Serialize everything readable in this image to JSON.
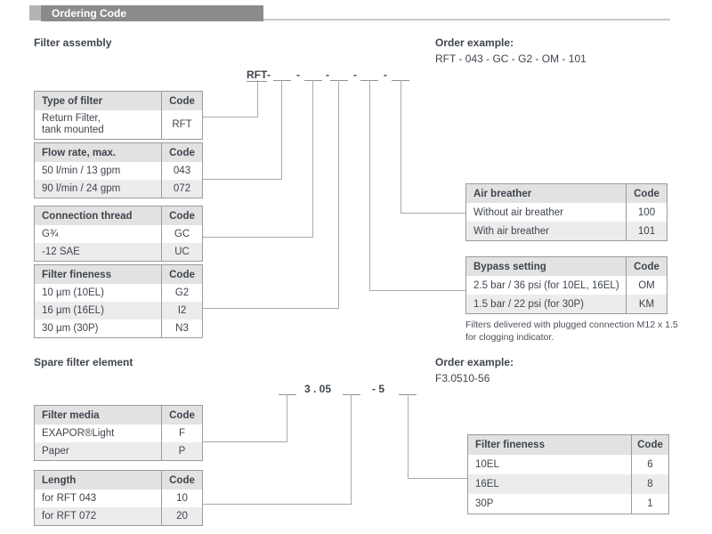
{
  "header": {
    "title": "Ordering Code"
  },
  "filter_assembly": {
    "section_title": "Filter assembly",
    "order_example_label": "Order example:",
    "order_example": "RFT - 043 - GC - G2 - OM - 101",
    "code_template": {
      "prefix": "RFT",
      "separator": "-"
    },
    "note": "Filters delivered with plugged connection M12 x 1.5 for clogging indicator.",
    "tables": [
      {
        "header": "Type of filter",
        "code_header": "Code",
        "rows": [
          {
            "label_line1": "Return Filter,",
            "label_line2": "tank mounted",
            "code": "RFT"
          }
        ]
      },
      {
        "header": "Flow rate, max.",
        "code_header": "Code",
        "rows": [
          {
            "label": "50 l/min / 13 gpm",
            "code": "043"
          },
          {
            "label": "90 l/min / 24 gpm",
            "code": "072"
          }
        ]
      },
      {
        "header": "Connection thread",
        "code_header": "Code",
        "rows": [
          {
            "label": "G¾",
            "code": "GC"
          },
          {
            "label": "-12 SAE",
            "code": "UC"
          }
        ]
      },
      {
        "header": "Filter fineness",
        "code_header": "Code",
        "rows": [
          {
            "label": "10 µm (10EL)",
            "code": "G2"
          },
          {
            "label": "16 µm (16EL)",
            "code": "I2"
          },
          {
            "label": "30 µm (30P)",
            "code": "N3"
          }
        ]
      },
      {
        "header": "Air breather",
        "code_header": "Code",
        "rows": [
          {
            "label": "Without air breather",
            "code": "100"
          },
          {
            "label": "With air breather",
            "code": "101"
          }
        ]
      },
      {
        "header": "Bypass setting",
        "code_header": "Code",
        "rows": [
          {
            "label": "2.5 bar / 36 psi (for 10EL, 16EL)",
            "code": "OM"
          },
          {
            "label": "1.5 bar / 22 psi (for 30P)",
            "code": "KM"
          }
        ]
      }
    ]
  },
  "spare_filter": {
    "section_title": "Spare filter element",
    "order_example_label": "Order example:",
    "order_example": "F3.0510-56",
    "code_template": {
      "part1": "3 . 05",
      "part2": "- 5"
    },
    "tables": [
      {
        "header": "Filter media",
        "code_header": "Code",
        "rows": [
          {
            "label": "EXAPOR®Light",
            "code": "F"
          },
          {
            "label": "Paper",
            "code": "P"
          }
        ]
      },
      {
        "header": "Length",
        "code_header": "Code",
        "rows": [
          {
            "label": "for RFT 043",
            "code": "10"
          },
          {
            "label": "for RFT 072",
            "code": "20"
          }
        ]
      },
      {
        "header": "Filter fineness",
        "code_header": "Code",
        "rows": [
          {
            "label": "10EL",
            "code": "6"
          },
          {
            "label": "16EL",
            "code": "8"
          },
          {
            "label": "30P",
            "code": "1"
          }
        ]
      }
    ]
  }
}
